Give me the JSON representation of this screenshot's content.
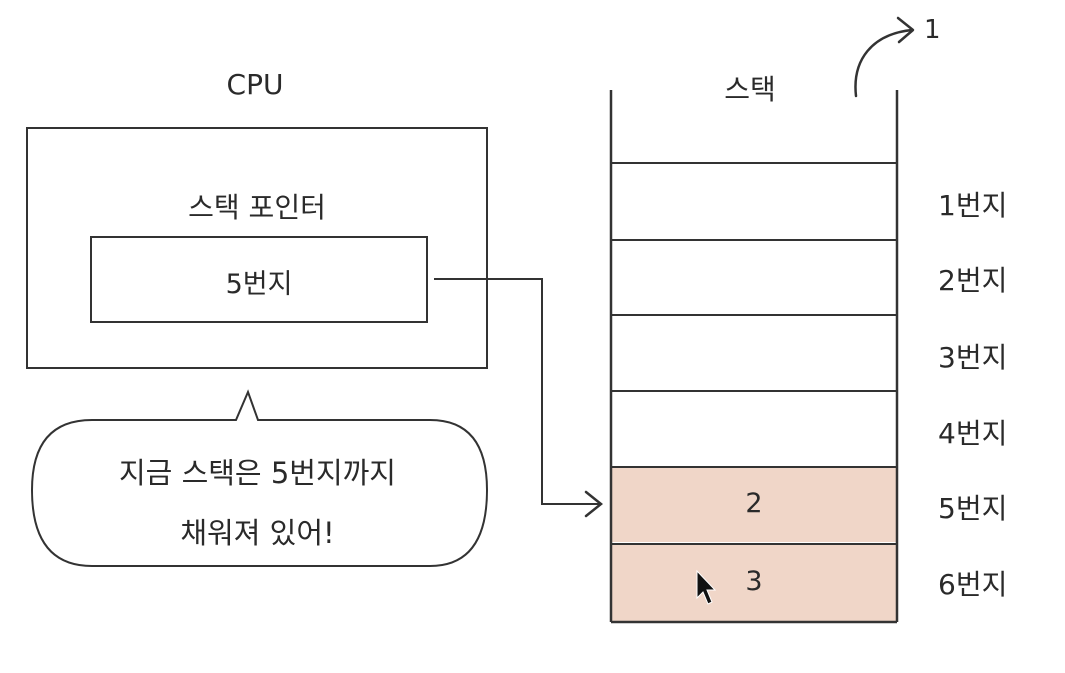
{
  "cpu": {
    "title": "CPU",
    "stack_pointer_label": "스택 포인터",
    "stack_pointer_value": "5번지"
  },
  "speech_bubble": {
    "line1": "지금 스택은 5번지까지",
    "line2": "채워져 있어!"
  },
  "stack": {
    "title": "스택",
    "pop_indicator": "1",
    "cells": [
      {
        "address": "1번지",
        "value": "",
        "filled": false
      },
      {
        "address": "2번지",
        "value": "",
        "filled": false
      },
      {
        "address": "3번지",
        "value": "",
        "filled": false
      },
      {
        "address": "4번지",
        "value": "",
        "filled": false
      },
      {
        "address": "5번지",
        "value": "2",
        "filled": true
      },
      {
        "address": "6번지",
        "value": "3",
        "filled": true
      }
    ]
  },
  "colors": {
    "filled_cell": "#f0d6c8",
    "line": "#333333"
  }
}
